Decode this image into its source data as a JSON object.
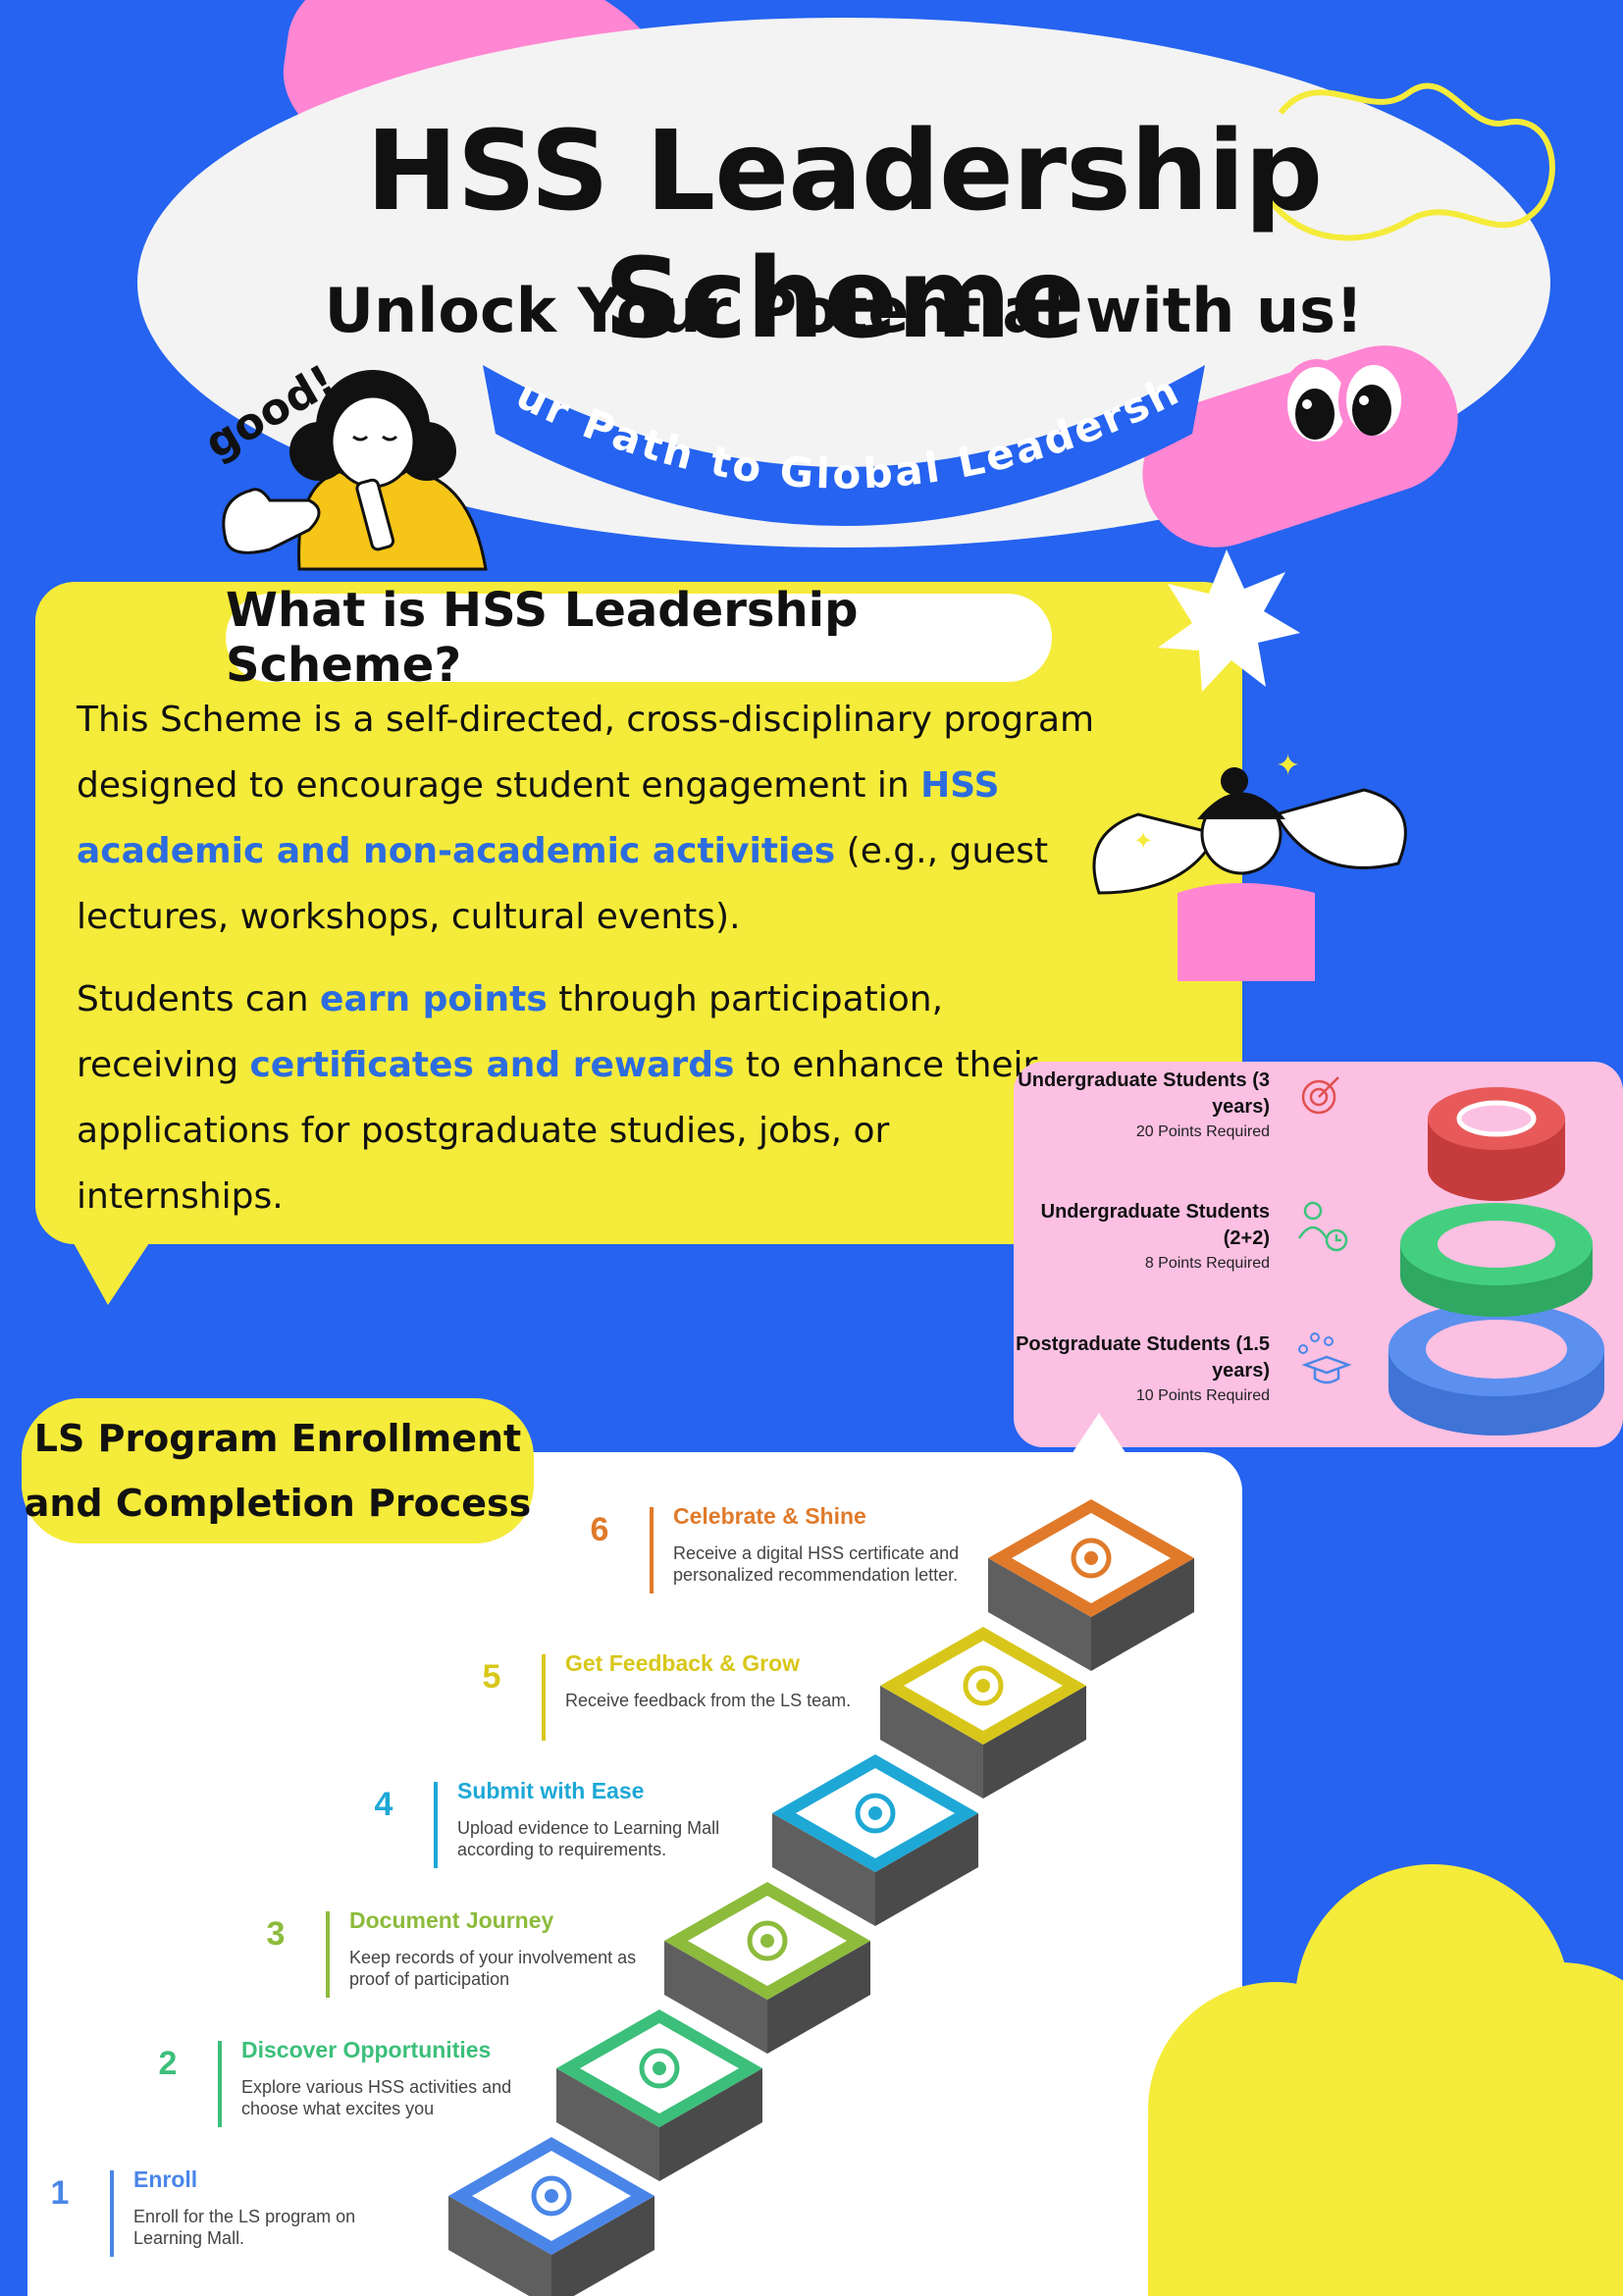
{
  "header": {
    "title": "HSS Leadership Scheme",
    "subtitle": "Unlock Your Potential with us!",
    "banner": "Your Path to Global Leadership",
    "good_text": "good!"
  },
  "about": {
    "heading": "What is HSS Leadership Scheme?",
    "p1_a": "This Scheme is a self-directed, cross-disciplinary program designed to encourage student engagement in ",
    "p1_hl": "HSS academic and non-academic activities",
    "p1_b": " (e.g., guest lectures, workshops, cultural events).",
    "p2_a": "Students can ",
    "p2_hl1": "earn points",
    "p2_b": " through participation, receiving ",
    "p2_hl2": "certificates and rewards",
    "p2_c": " to enhance their applications for postgraduate studies, jobs, or internships."
  },
  "tiers": [
    {
      "label": "Undergraduate Students (3 years)",
      "points": "20 Points Required",
      "icon": "target-icon",
      "color": "#e0504f"
    },
    {
      "label": "Undergraduate Students (2+2)",
      "points": "8 Points Required",
      "icon": "people-clock-icon",
      "color": "#3cc47a"
    },
    {
      "label": "Postgraduate Students (1.5 years)",
      "points": "10 Points Required",
      "icon": "graduation-cap-icon",
      "color": "#4a86e8"
    }
  ],
  "process": {
    "heading_line1": "LS Program Enrollment",
    "heading_line2": "and Completion Process",
    "steps": [
      {
        "num": "1",
        "title": "Enroll",
        "desc": "Enroll for the LS program on Learning Mall.",
        "color": "#4a86e8",
        "icon": "enroll-user-icon"
      },
      {
        "num": "2",
        "title": "Discover Opportunities",
        "desc": "Explore various HSS activities and choose what excites you",
        "color": "#3cbf7a",
        "icon": "location-hiker-icon"
      },
      {
        "num": "3",
        "title": "Document Journey",
        "desc": "Keep records of your involvement as proof of participation",
        "color": "#8dbb3c",
        "icon": "camera-record-icon"
      },
      {
        "num": "4",
        "title": "Submit with Ease",
        "desc": "Upload evidence to Learning Mall according to requirements.",
        "color": "#1ea8d6",
        "icon": "upload-icon"
      },
      {
        "num": "5",
        "title": "Get Feedback & Grow",
        "desc": "Receive feedback from the LS team.",
        "color": "#d8c71a",
        "icon": "feedback-laptop-icon"
      },
      {
        "num": "6",
        "title": "Celebrate & Shine",
        "desc": "Receive a digital HSS certificate and personalized recommendation letter.",
        "color": "#e07a2a",
        "icon": "celebrate-podium-icon"
      }
    ]
  }
}
